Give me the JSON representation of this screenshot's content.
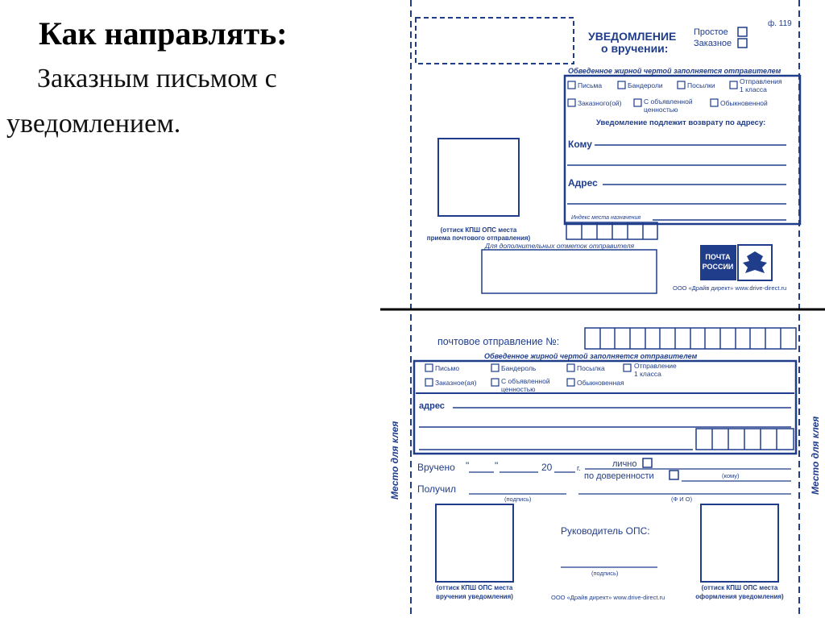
{
  "slide": {
    "title": "Как направлять:",
    "body_line1": "Заказным письмом с",
    "body_line2": "уведомлением."
  },
  "colors": {
    "form_blue": "#1f3d8a",
    "divider": "#000000"
  },
  "top_form": {
    "form_number": "ф. 119",
    "heading_line1": "УВЕДОМЛЕНИЕ",
    "heading_line2": "о вручении:",
    "simple": "Простое",
    "registered": "Заказное",
    "sender_note": "Обведенное жирной чертой заполняется отправителем",
    "cb_letter": "Письма",
    "cb_parcel_post": "Бандероли",
    "cb_parcel": "Посылки",
    "cb_first_class_1": "Отправления",
    "cb_first_class_2": "1 класса",
    "cb_registered": "Заказного(ой)",
    "cb_declared_1": "С объявленной",
    "cb_declared_2": "ценностью",
    "cb_ordinary": "Обыкновенной",
    "return_note": "Уведомление подлежит возврату по адресу:",
    "to_label": "Кому",
    "address_label": "Адрес",
    "index_label": "Индекс места назначения",
    "stamp_caption_1": "(оттиск КПШ ОПС места",
    "stamp_caption_2": "приема почтового отправления)",
    "extra_marks": "Для дополнительных отметок отправителя",
    "logo_line1": "ПОЧТА",
    "logo_line2": "РОССИИ",
    "publisher": "ООО «Драйв директ» www.drive-direct.ru"
  },
  "bottom_form": {
    "shipment_no": "почтовое отправление №:",
    "sender_note": "Обведенное жирной чертой заполняется отправителем",
    "cb_letter": "Письмо",
    "cb_parcel_post": "Бандероль",
    "cb_parcel": "Посылка",
    "cb_first_class_1": "Отправление",
    "cb_first_class_2": "1 класса",
    "cb_registered": "Заказное(ая)",
    "cb_declared_1": "С объявленной",
    "cb_declared_2": "ценностью",
    "cb_ordinary": "Обыкновенная",
    "address_label": "адрес",
    "glue_place": "Место для клея",
    "delivered": "Вручено",
    "quote_open": "\"",
    "quote_close": "\"",
    "year": "20",
    "year_suffix": "г.",
    "personally": "лично",
    "by_proxy": "по доверенности",
    "to_whom": "(кому)",
    "received": "Получил",
    "signature": "(подпись)",
    "full_name": "(Ф И О)",
    "head_ops": "Руководитель ОПС:",
    "signature2": "(подпись)",
    "stamp_left_1": "(оттиск КПШ ОПС места",
    "stamp_left_2": "вручения уведомления)",
    "stamp_right_1": "(оттиск КПШ ОПС места",
    "stamp_right_2": "оформления уведомления)",
    "publisher": "ООО «Драйв директ» www.drive-direct.ru"
  }
}
